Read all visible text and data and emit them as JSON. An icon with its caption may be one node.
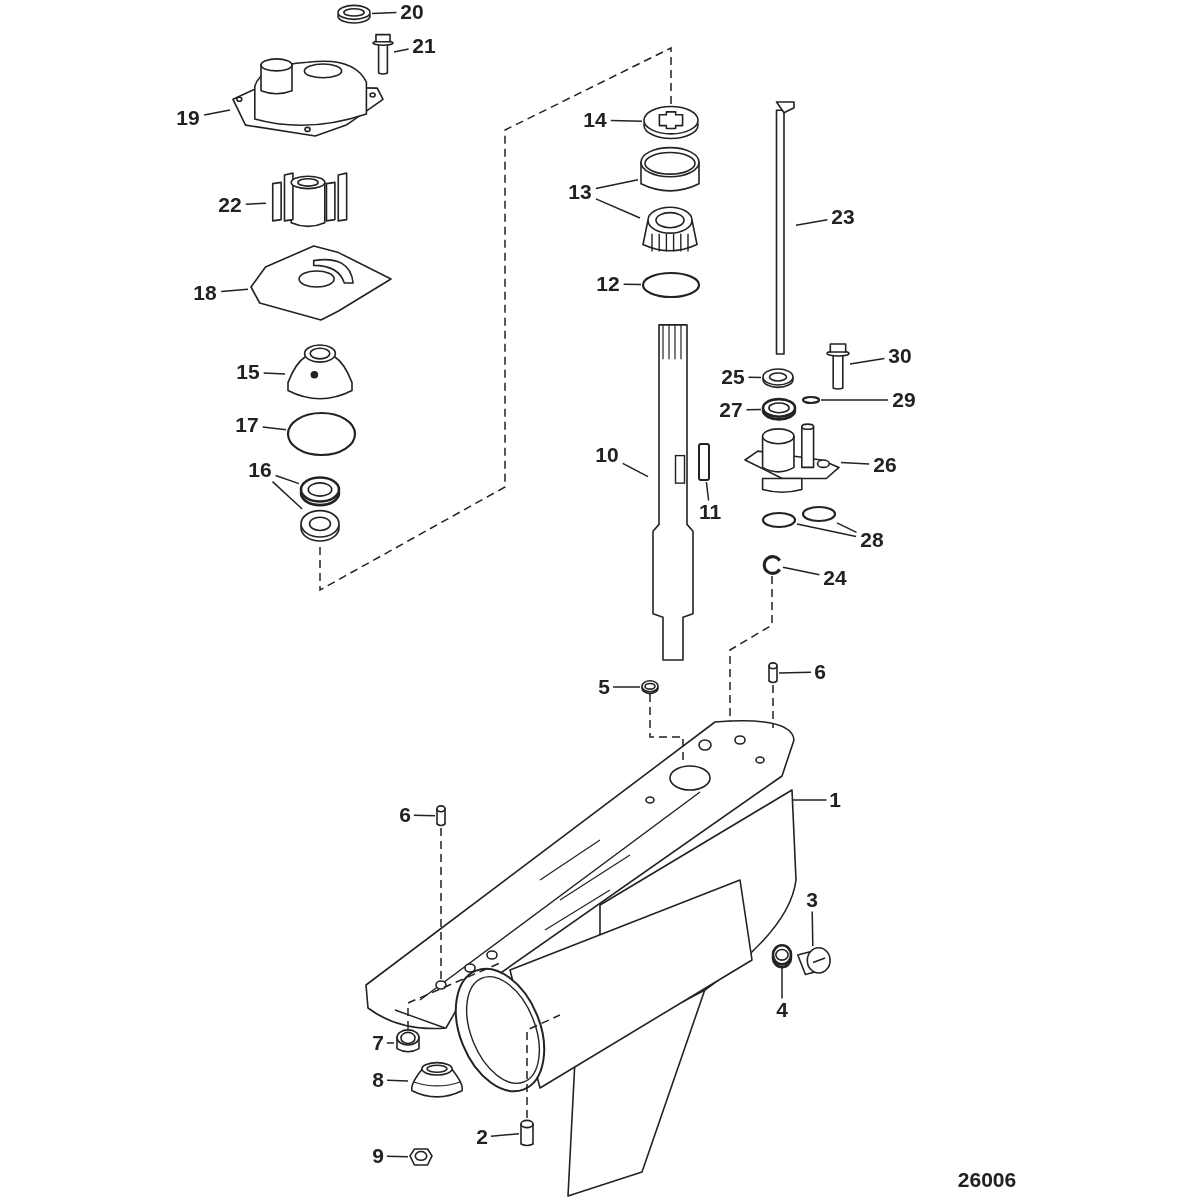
{
  "diagram": {
    "nodes": [
      {
        "text": [
          "20"
        ]
      },
      {
        "text": [],
        "shape": "picture"
      },
      {
        "text": [
          "21"
        ]
      },
      {
        "text": [],
        "shape": "picture"
      },
      {
        "text": [
          "19"
        ]
      },
      {
        "text": [],
        "shape": "picture"
      },
      {
        "text": [
          "14"
        ]
      },
      {
        "text": [],
        "shape": "picture"
      },
      {
        "text": [
          "22"
        ]
      },
      {
        "text": [],
        "shape": "picture"
      },
      {
        "text": [
          "13"
        ]
      },
      {
        "text": [],
        "shape": "picture"
      },
      {
        "text": [],
        "shape": "picture"
      },
      {
        "text": [
          "23"
        ]
      },
      {
        "text": [],
        "shape": "picture"
      },
      {
        "text": [
          "12"
        ]
      },
      {
        "text": [],
        "shape": "circle"
      },
      {
        "text": [
          "18"
        ]
      },
      {
        "text": [],
        "shape": "picture"
      },
      {
        "text": [
          "30"
        ]
      },
      {
        "text": [],
        "shape": "picture"
      },
      {
        "text": [
          "15"
        ]
      },
      {
        "text": [],
        "shape": "picture"
      },
      {
        "text": [
          "25"
        ]
      },
      {
        "text": [],
        "shape": "picture"
      },
      {
        "text": [
          "29"
        ]
      },
      {
        "text": [],
        "shape": "circle"
      },
      {
        "text": [
          "27"
        ]
      },
      {
        "text": [],
        "shape": "picture"
      },
      {
        "text": [
          "17"
        ]
      },
      {
        "text": [],
        "shape": "circle"
      },
      {
        "text": [
          "10"
        ]
      },
      {
        "text": [],
        "shape": "picture"
      },
      {
        "text": [
          "11"
        ]
      },
      {
        "text": [],
        "shape": "bar"
      },
      {
        "text": [
          "26"
        ]
      },
      {
        "text": [],
        "shape": "picture"
      },
      {
        "text": [
          "16"
        ]
      },
      {
        "text": [],
        "shape": "picture"
      },
      {
        "text": [],
        "shape": "picture"
      },
      {
        "text": [
          "28"
        ]
      },
      {
        "text": [],
        "shape": "circle"
      },
      {
        "text": [],
        "shape": "circle"
      },
      {
        "text": [
          "24"
        ]
      },
      {
        "text": [],
        "shape": "picture"
      },
      {
        "text": [
          "5"
        ]
      },
      {
        "text": [],
        "shape": "picture"
      },
      {
        "text": [
          "6"
        ]
      },
      {
        "text": [],
        "shape": "cylinder"
      },
      {
        "text": [
          "1"
        ]
      },
      {
        "text": [],
        "shape": "picture"
      },
      {
        "text": [
          "6"
        ]
      },
      {
        "text": [],
        "shape": "cylinder"
      },
      {
        "text": [
          "3"
        ]
      },
      {
        "text": [],
        "shape": "picture"
      },
      {
        "text": [
          "4"
        ]
      },
      {
        "text": [],
        "shape": "picture"
      },
      {
        "text": [
          "7"
        ]
      },
      {
        "text": [],
        "shape": "picture"
      },
      {
        "text": [
          "8"
        ]
      },
      {
        "text": [],
        "shape": "picture"
      },
      {
        "text": [
          "2"
        ]
      },
      {
        "text": [],
        "shape": "cylinder"
      },
      {
        "text": [
          "9"
        ]
      },
      {
        "text": [],
        "shape": "picture"
      }
    ],
    "edges": [
      {
        "from": 0,
        "to": 1,
        "arrow": "none"
      },
      {
        "from": 2,
        "to": 3,
        "arrow": "none"
      },
      {
        "from": 4,
        "to": 5,
        "arrow": "none"
      },
      {
        "from": 6,
        "to": 7,
        "arrow": "none"
      },
      {
        "from": 8,
        "to": 9,
        "arrow": "none"
      },
      {
        "from": 10,
        "to": 11,
        "arrow": "none"
      },
      {
        "from": 10,
        "to": 12,
        "arrow": "none"
      },
      {
        "from": 13,
        "to": 14,
        "arrow": "none"
      },
      {
        "from": 15,
        "to": 16,
        "arrow": "none"
      },
      {
        "from": 17,
        "to": 18,
        "arrow": "none"
      },
      {
        "from": 19,
        "to": 20,
        "arrow": "none"
      },
      {
        "from": 21,
        "to": 22,
        "arrow": "none"
      },
      {
        "from": 23,
        "to": 24,
        "arrow": "none"
      },
      {
        "from": 25,
        "to": 26,
        "arrow": "none"
      },
      {
        "from": 27,
        "to": 28,
        "arrow": "none"
      },
      {
        "from": 29,
        "to": 30,
        "arrow": "none"
      },
      {
        "from": 31,
        "to": 32,
        "arrow": "none"
      },
      {
        "from": 33,
        "to": 34,
        "arrow": "none"
      },
      {
        "from": 35,
        "to": 36,
        "arrow": "none"
      },
      {
        "from": 37,
        "to": 38,
        "arrow": "none"
      },
      {
        "from": 37,
        "to": 39,
        "arrow": "none"
      },
      {
        "from": 40,
        "to": 41,
        "arrow": "none"
      },
      {
        "from": 40,
        "to": 42,
        "arrow": "none"
      },
      {
        "from": 43,
        "to": 44,
        "arrow": "none"
      },
      {
        "from": 45,
        "to": 46,
        "arrow": "none"
      },
      {
        "from": 47,
        "to": 48,
        "arrow": "none"
      },
      {
        "from": 49,
        "to": 50,
        "arrow": "none"
      },
      {
        "from": 51,
        "to": 52,
        "arrow": "none"
      },
      {
        "from": 53,
        "to": 54,
        "arrow": "none"
      },
      {
        "from": 55,
        "to": 56,
        "arrow": "none"
      },
      {
        "from": 57,
        "to": 58,
        "arrow": "none"
      },
      {
        "from": 59,
        "to": 60,
        "arrow": "none"
      },
      {
        "from": 61,
        "to": 62,
        "arrow": "none"
      },
      {
        "from": 63,
        "to": 64,
        "arrow": "none"
      },
      {
        "from": 7,
        "to": 39,
        "arrow": "none",
        "style": "dashed"
      },
      {
        "from": 44,
        "to": 50,
        "arrow": "none",
        "style": "dashed"
      },
      {
        "from": 46,
        "to": 50,
        "arrow": "none",
        "style": "dashed"
      },
      {
        "from": 48,
        "to": 50,
        "arrow": "none",
        "style": "dashed"
      },
      {
        "from": 52,
        "to": 50,
        "arrow": "none",
        "style": "dashed"
      },
      {
        "from": 58,
        "to": 50,
        "arrow": "none",
        "style": "dashed"
      },
      {
        "from": 62,
        "to": 50,
        "arrow": "none",
        "style": "dashed"
      }
    ],
    "labels": [
      "26006"
    ]
  }
}
